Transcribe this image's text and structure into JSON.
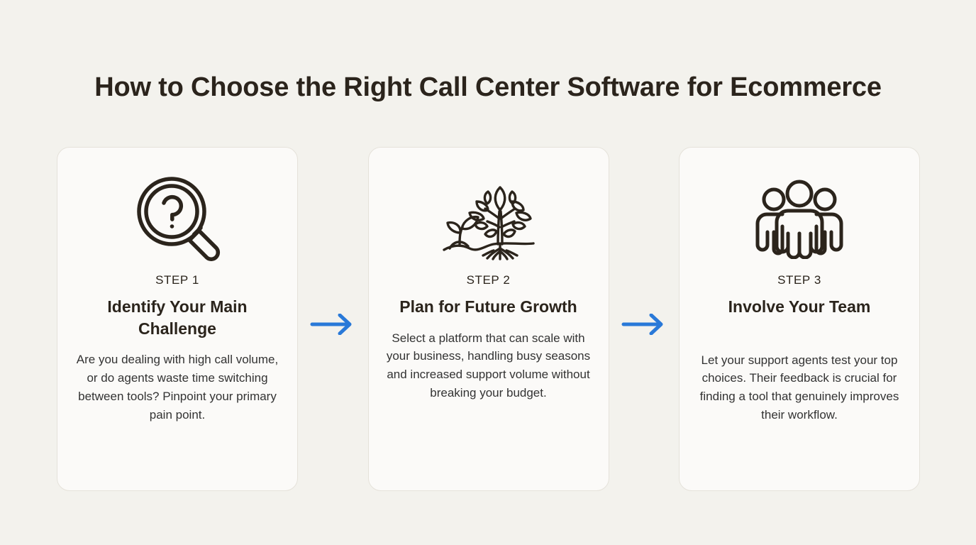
{
  "page": {
    "title": "How to Choose the Right Call Center Software for Ecommerce",
    "background_color": "#f3f2ed",
    "title_color": "#2b241c",
    "card_background": "#fbfaf8",
    "card_border_color": "#e5e2da",
    "icon_stroke_color": "#2b241c",
    "arrow_color": "#2979d8"
  },
  "steps": [
    {
      "icon": "magnifier-question-icon",
      "step_label": "STEP 1",
      "title": "Identify Your Main Challenge",
      "body": "Are you dealing with high call volume, or do agents waste time switching between tools? Pinpoint your primary pain point."
    },
    {
      "icon": "growing-tree-icon",
      "step_label": "STEP 2",
      "title": "Plan for Future Growth",
      "body": "Select a platform that can scale with your business, handling busy seasons and increased support volume without breaking your budget."
    },
    {
      "icon": "team-people-icon",
      "step_label": "STEP 3",
      "title": "Involve Your Team",
      "body": "Let your support agents test your top choices. Their feedback is crucial for finding a tool that genuinely improves their workflow."
    }
  ],
  "connectors": [
    {
      "icon": "arrow-right-icon"
    },
    {
      "icon": "arrow-right-icon"
    }
  ]
}
